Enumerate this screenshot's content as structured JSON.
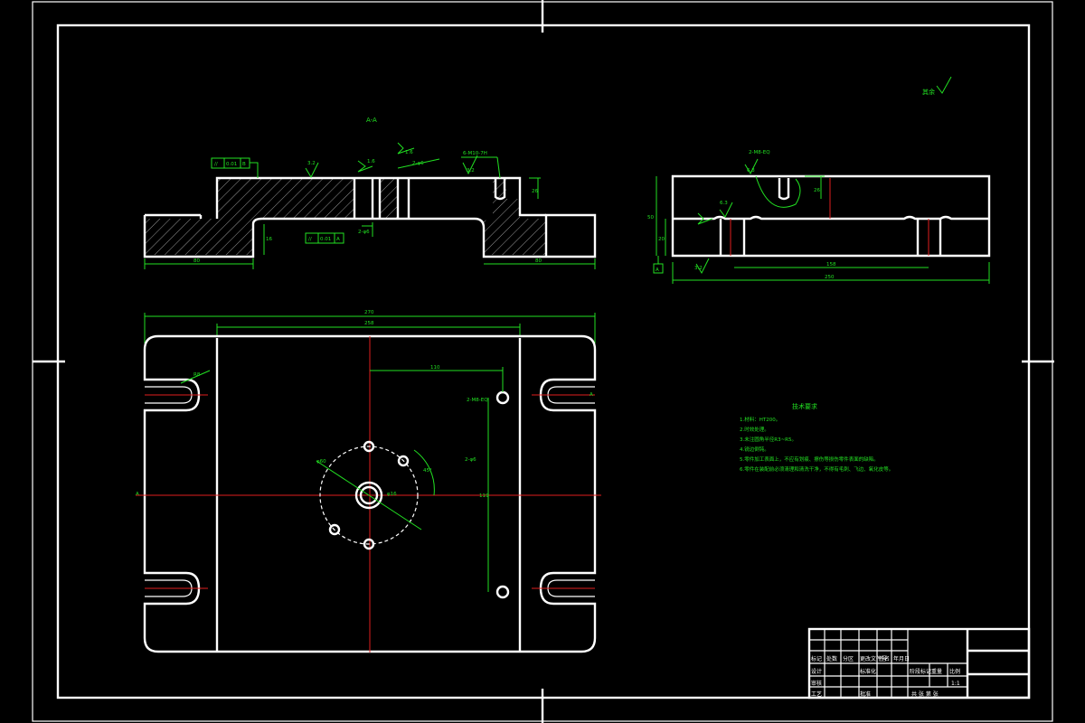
{
  "views": {
    "section_label": "A-A",
    "roughness_other": "其余",
    "roughness_values": [
      "3.2",
      "1.6",
      "1.6",
      "6.3",
      "6.3",
      "3.2"
    ],
    "tolerance_1": [
      "//",
      "0.01",
      "B"
    ],
    "tolerance_2": [
      "//",
      "0.01",
      "A"
    ],
    "hole_callout_1": "6-M10-7H",
    "hole_callout_2": "2-φ6",
    "hole_callout_3": "2-M8-EQ",
    "datum_label": "A"
  },
  "dimensions": {
    "front_left": "80",
    "front_right": "80",
    "front_height": "16",
    "front_slot_depth": "26",
    "overall_width": "270",
    "inner_width": "258",
    "hole_offset": "110",
    "hole_spacing": "119",
    "side_height": "50",
    "side_step": "20",
    "side_width": "250",
    "side_inner": "158",
    "bolt_circle": "φ60",
    "center_hole": "φ16",
    "angle": "45°",
    "slot_radius": "R8"
  },
  "notes": {
    "title": "技术要求",
    "items": [
      "1.材料：HT200。",
      "2.时效处理。",
      "3.未注圆角半径R3~R5。",
      "4.锐边倒钝。",
      "5.零件加工表面上，不应有划痕、擦伤等损伤零件表面的缺陷。",
      "6.零件在装配前必须清理和清洗干净，不得有毛刺、飞边、氧化皮等。"
    ]
  },
  "title_block": {
    "r1": [
      "标记",
      "处数",
      "分区",
      "更改文件号",
      "签名",
      "年月日"
    ],
    "r2": [
      "设计",
      "",
      "标准化",
      "",
      "阶段标记",
      "重量",
      "比例"
    ],
    "r3": [
      "审核",
      "",
      "",
      "",
      "",
      "",
      "1:1"
    ],
    "r4": [
      "工艺",
      "",
      "批准",
      "",
      "共 张 第 张"
    ]
  }
}
